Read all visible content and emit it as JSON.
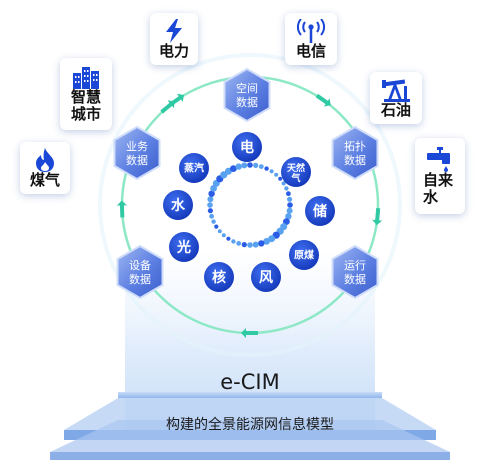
{
  "title": "e-CIM",
  "subtitle": "构建的全景能源网信息模型",
  "industries": [
    {
      "label": "电力",
      "icon": "lightning-icon"
    },
    {
      "label": "电信",
      "icon": "antenna-icon"
    },
    {
      "label": "智慧城市",
      "icon": "buildings-icon"
    },
    {
      "label": "石油",
      "icon": "oil-pump-icon"
    },
    {
      "label": "煤气",
      "icon": "flame-icon"
    },
    {
      "label": "自来水",
      "icon": "faucet-icon"
    }
  ],
  "data_hexagons": [
    "空间数据",
    "拓扑数据",
    "运行数据",
    "设备数据",
    "业务数据"
  ],
  "energy_nodes": [
    "电",
    "天然气",
    "储",
    "原煤",
    "风",
    "核",
    "光",
    "水",
    "蒸汽"
  ],
  "colors": {
    "accent": "#1a47d6",
    "ring": "#8de8c6",
    "hex": "#5a7fe0",
    "platform": "#a7c7f2"
  }
}
